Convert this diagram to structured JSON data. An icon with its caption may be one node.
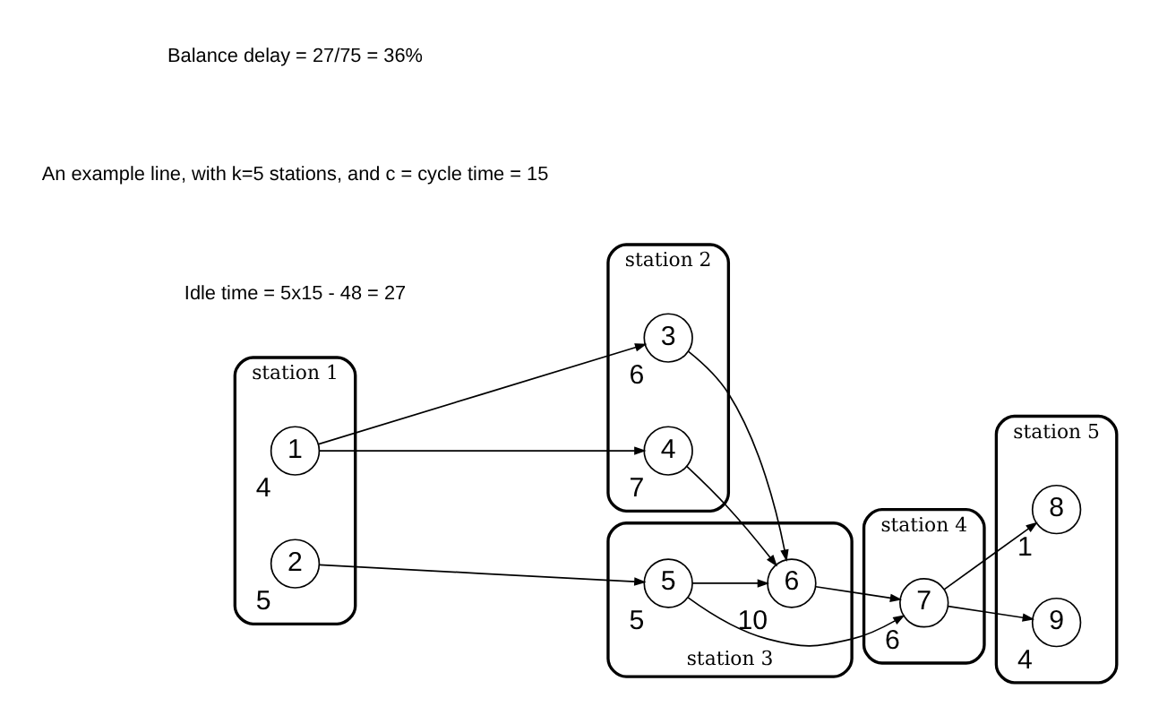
{
  "diagram": {
    "nodes": [
      {
        "text": [
          "station 1"
        ]
      },
      {
        "text": [
          "1"
        ],
        "in": 0,
        "beside": [
          "4"
        ]
      },
      {
        "text": [
          "2"
        ],
        "in": 0,
        "beside": [
          "5"
        ]
      },
      {
        "text": [
          "station 2"
        ]
      },
      {
        "text": [
          "3"
        ],
        "in": 3,
        "beside": [
          "6"
        ]
      },
      {
        "text": [
          "4"
        ],
        "in": 3,
        "beside": [
          "7"
        ]
      },
      {
        "text": [
          "station 3"
        ]
      },
      {
        "text": [
          "6"
        ],
        "in": 6,
        "beside": [
          "10"
        ]
      },
      {
        "text": [
          "5"
        ],
        "in": 6,
        "beside": [
          "5"
        ]
      },
      {
        "text": [
          "station 4"
        ]
      },
      {
        "text": [
          "7"
        ],
        "in": 9,
        "beside": [
          "6"
        ]
      },
      {
        "text": [
          "station 5"
        ]
      },
      {
        "text": [
          "8"
        ],
        "in": 11,
        "beside": [
          "1"
        ]
      },
      {
        "text": [
          "9"
        ],
        "in": 11,
        "beside": [
          "4"
        ]
      }
    ],
    "edges": [
      {
        "from": 1,
        "to": 4,
        "arrow": "to"
      },
      {
        "from": 1,
        "to": 5,
        "arrow": "to"
      },
      {
        "from": 4,
        "to": 7,
        "arrow": "to"
      },
      {
        "from": 5,
        "to": 7,
        "arrow": "to"
      },
      {
        "from": 2,
        "to": 8,
        "arrow": "to"
      },
      {
        "from": 8,
        "to": 7,
        "arrow": "to"
      },
      {
        "from": 8,
        "to": 10,
        "arrow": "to"
      },
      {
        "from": 7,
        "to": 10,
        "arrow": "to"
      },
      {
        "from": 10,
        "to": 12,
        "arrow": "to"
      },
      {
        "from": 10,
        "to": 13,
        "arrow": "to"
      }
    ],
    "labels": [
      "Idle time = 5x15 - 48 = 27",
      "An example line, with k=5 stations, and c = cycle time = 15",
      "Balance delay = 27/75 = 36%"
    ]
  }
}
